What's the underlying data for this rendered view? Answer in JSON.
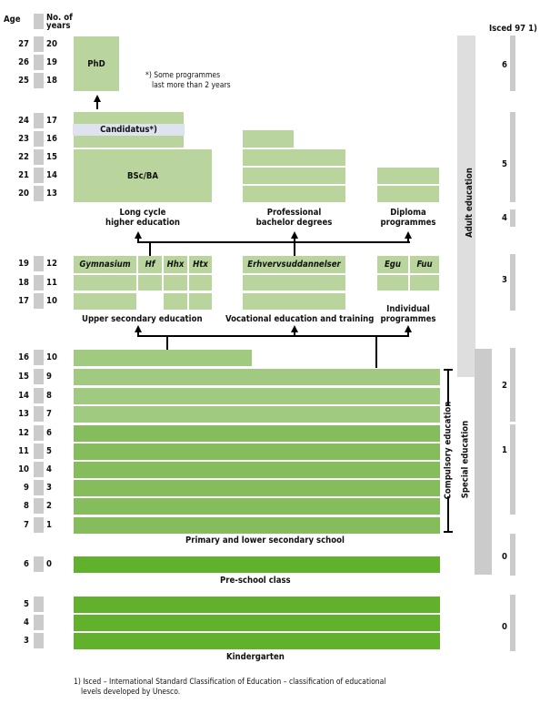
{
  "header": {
    "age_label": "Age",
    "years_label": "No. of years",
    "isced_label": "Isced 97 1)"
  },
  "rows": [
    {
      "age": "27",
      "years": "20"
    },
    {
      "age": "26",
      "years": "19"
    },
    {
      "age": "25",
      "years": "18"
    },
    {
      "age": "24",
      "years": "17"
    },
    {
      "age": "23",
      "years": "16"
    },
    {
      "age": "22",
      "years": "15"
    },
    {
      "age": "21",
      "years": "14"
    },
    {
      "age": "20",
      "years": "13"
    },
    {
      "age": "19",
      "years": "12"
    },
    {
      "age": "18",
      "years": "11"
    },
    {
      "age": "17",
      "years": "10"
    },
    {
      "age": "16",
      "years": "10"
    },
    {
      "age": "15",
      "years": "9"
    },
    {
      "age": "14",
      "years": "8"
    },
    {
      "age": "13",
      "years": "7"
    },
    {
      "age": "12",
      "years": "6"
    },
    {
      "age": "11",
      "years": "5"
    },
    {
      "age": "10",
      "years": "4"
    },
    {
      "age": "9",
      "years": "3"
    },
    {
      "age": "8",
      "years": "2"
    },
    {
      "age": "7",
      "years": "1"
    },
    {
      "age": "6",
      "years": "0"
    },
    {
      "age": "5",
      "years": ""
    },
    {
      "age": "4",
      "years": ""
    },
    {
      "age": "3",
      "years": ""
    }
  ],
  "higher": {
    "phd": "PhD",
    "note": "*) Some programmes last more than 2 years",
    "note_line1": "*) Some programmes",
    "note_line2": "last more than 2 years",
    "candidatus": "Candidatus*)",
    "bsc": "BSc/BA",
    "long_cycle_l1": "Long cycle",
    "long_cycle_l2": "higher education",
    "professional_l1": "Professional",
    "professional_l2": "bachelor degrees",
    "diploma_l1": "Diploma",
    "diploma_l2": "programmes"
  },
  "upper_secondary": {
    "gymnasium": "Gymnasium",
    "hf": "Hf",
    "hhx": "Hhx",
    "htx": "Htx",
    "erhverv": "Erhvervsuddannelser",
    "egu": "Egu",
    "fuu": "Fuu",
    "upper_label": "Upper secondary education",
    "vocational_label": "Vocational education and training",
    "individual_l1": "Individual",
    "individual_l2": "programmes"
  },
  "basic": {
    "primary_label": "Primary and lower secondary school",
    "preschool_label": "Pre-school class",
    "kindergarten_label": "Kindergarten",
    "compulsory_label": "Compulsory education",
    "special_label": "Special education",
    "adult_label": "Adult education"
  },
  "isced_levels": [
    "6",
    "5",
    "4",
    "3",
    "2",
    "1",
    "0",
    "0"
  ],
  "footnote_l1": "1) Isced – International Standard Classification of Education – classification of educational",
  "footnote_l2": "levels developed by Unesco.",
  "colors": {
    "higher_green": "#b9d59d",
    "lower_secondary_green": "#a0ca80",
    "primary_green": "#85bd5c",
    "preschool_green": "#62b12c",
    "scale_grey": "#cbcbcb",
    "adult_grey": "#dedede",
    "candidatus_band": "#dfe2ef"
  }
}
